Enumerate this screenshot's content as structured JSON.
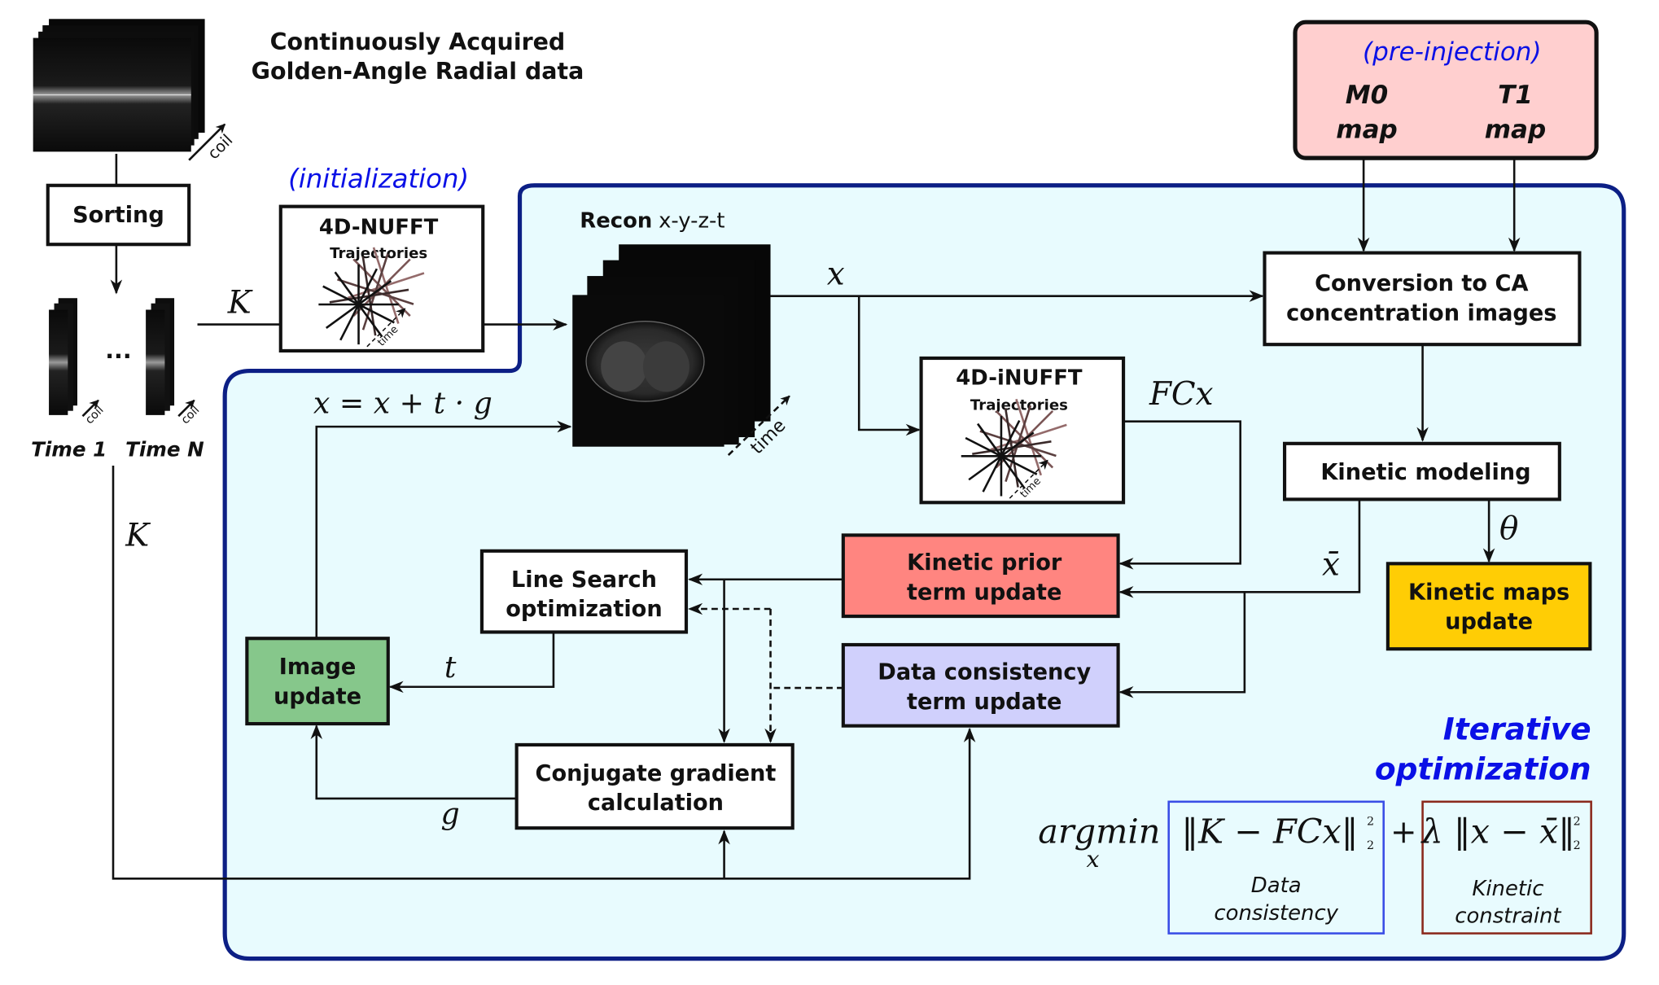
{
  "title": {
    "line1": "Continuously Acquired",
    "line2": "Golden-Angle Radial data"
  },
  "colors": {
    "iterative_bg": "#e8fbfe",
    "iterative_border": "#0c1f85",
    "pre_injection_bg": "#ffcfcf",
    "kinetic_prior_bg": "#ff8580",
    "data_consistency_bg": "#d0d0fc",
    "image_update_bg": "#86c78b",
    "kinetic_maps_bg": "#ffcd05",
    "blue_text": "#0a10e6",
    "data_consistency_border": "#3a4ee6",
    "kinetic_constraint_border": "#8b2a1e"
  },
  "raw_data": {
    "coil_label": "coil",
    "sorting_label": "Sorting",
    "ellipsis": "...",
    "time1_label": "Time 1",
    "timeN_label": "Time N"
  },
  "initialization": {
    "label": "(initialization)",
    "nufft_title": "4D-NUFFT",
    "trajectories_label": "Trajectories",
    "time_label": "time"
  },
  "pre_injection": {
    "label": "(pre-injection)",
    "m0_line1": "M0",
    "m0_line2": "map",
    "t1_line1": "T1",
    "t1_line2": "map"
  },
  "recon": {
    "label_bold": "Recon",
    "label_rest": "x-y-z-t",
    "time_label": "time"
  },
  "inufft": {
    "title": "4D-iNUFFT",
    "trajectories_label": "Trajectories",
    "time_label": "time"
  },
  "boxes": {
    "conversion_line1": "Conversion to CA",
    "conversion_line2": "concentration images",
    "kinetic_modeling": "Kinetic modeling",
    "kinetic_prior_line1": "Kinetic prior",
    "kinetic_prior_line2": "term update",
    "kinetic_maps_line1": "Kinetic maps",
    "kinetic_maps_line2": "update",
    "data_consistency_line1": "Data consistency",
    "data_consistency_line2": "term update",
    "line_search_line1": "Line Search",
    "line_search_line2": "optimization",
    "image_update_line1": "Image",
    "image_update_line2": "update",
    "conjugate_line1": "Conjugate gradient",
    "conjugate_line2": "calculation"
  },
  "symbols": {
    "K_top": "K",
    "K_left": "K",
    "x": "x",
    "FCx": "FCx",
    "update_eq": "x = x + t · g",
    "t": "t",
    "g": "g",
    "x_bar": "x̄",
    "theta": "θ"
  },
  "iterative": {
    "line1": "Iterative",
    "line2": "optimization"
  },
  "objective": {
    "argmin": "argmin",
    "argmin_sub": "x",
    "data_term": "‖K − FCx‖",
    "data_term_sup": "2",
    "data_term_sub": "2",
    "plus": "+",
    "kinetic_term": "λ ‖x − x̄‖",
    "kinetic_term_sup": "2",
    "kinetic_term_sub": "2",
    "data_caption_line1": "Data",
    "data_caption_line2": "consistency",
    "kinetic_caption_line1": "Kinetic",
    "kinetic_caption_line2": "constraint"
  }
}
